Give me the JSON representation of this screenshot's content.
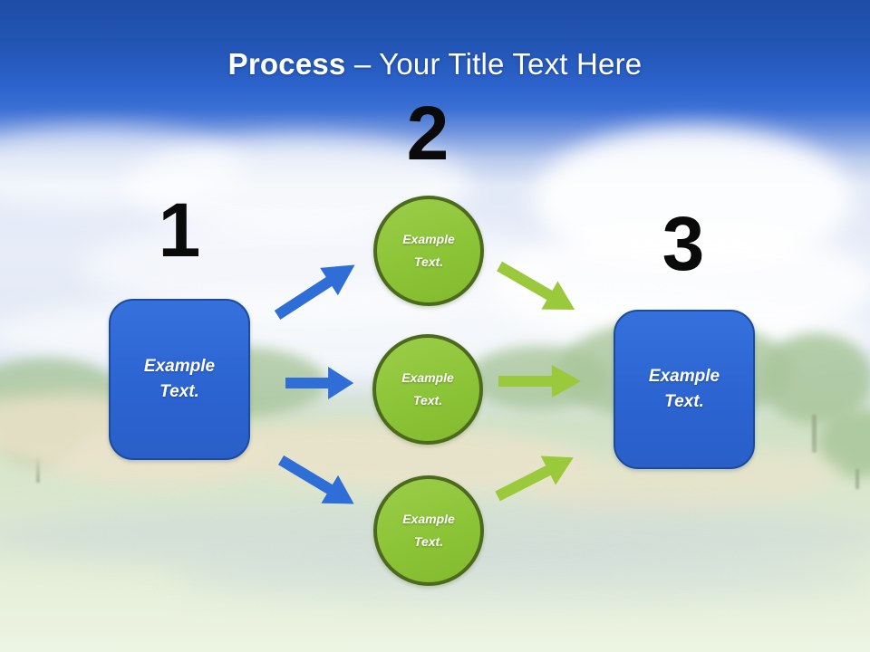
{
  "slide_title": {
    "keyword": "Process",
    "rest": "– Your Title Text Here"
  },
  "steps": [
    {
      "number": "1",
      "shape": "rounded-rectangle",
      "label": "Example Text."
    },
    {
      "number": "2",
      "shape": "circle-group",
      "labels": [
        "Example Text.",
        "Example Text.",
        "Example Text."
      ]
    },
    {
      "number": "3",
      "shape": "rounded-rectangle",
      "label": "Example Text."
    }
  ],
  "arrows": {
    "blue": {
      "color": "#2e6ed6",
      "count": 3,
      "directions": [
        "up-right",
        "right",
        "down-right"
      ]
    },
    "green": {
      "color": "#9aca3c",
      "count": 3,
      "directions": [
        "down-right",
        "right",
        "up-right"
      ]
    }
  },
  "colors": {
    "header_blue_top": "#1e4da7",
    "header_blue_bottom": "#3a6fd3",
    "box_fill": "#2d68d8",
    "box_border": "#1d4b9b",
    "circle_fill": "#8fc63c",
    "circle_border": "#4c6a1e",
    "number_color": "#000000",
    "title_color": "#ffffff"
  }
}
